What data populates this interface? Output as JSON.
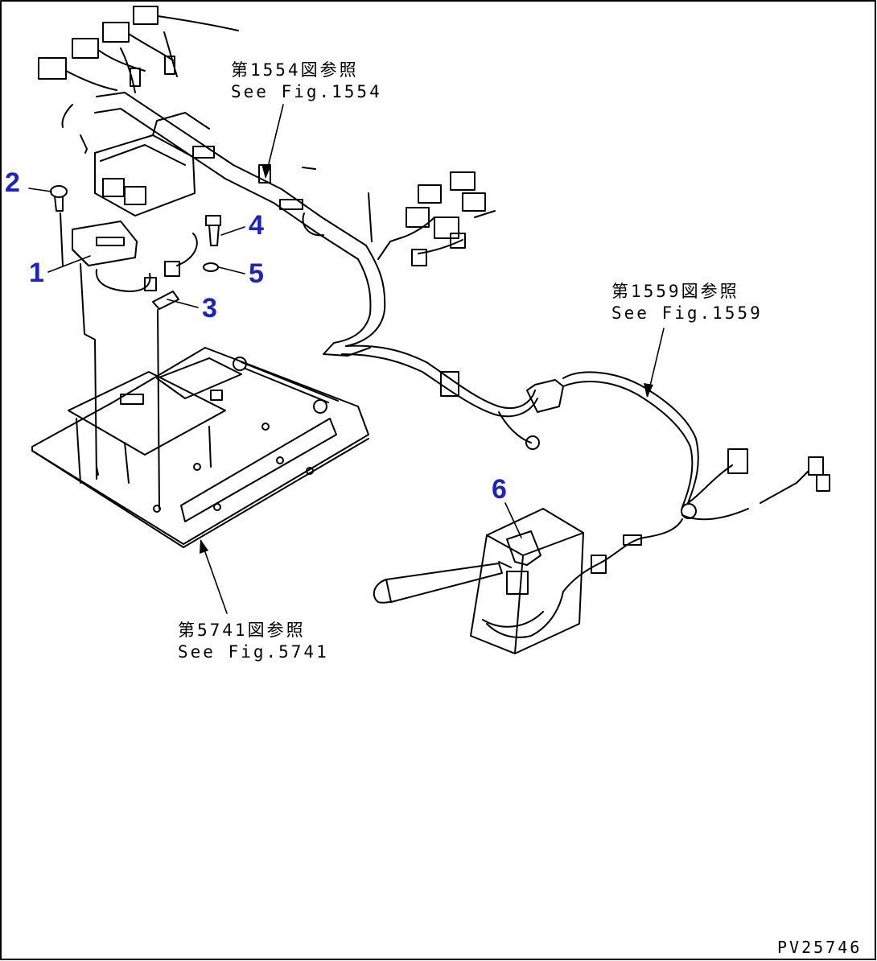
{
  "callouts": [
    "1",
    "2",
    "3",
    "4",
    "5",
    "6"
  ],
  "references": [
    {
      "ja": "第1554図参照",
      "en": "See Fig.1554"
    },
    {
      "ja": "第1559図参照",
      "en": "See Fig.1559"
    },
    {
      "ja": "第5741図参照",
      "en": "See Fig.5741"
    }
  ],
  "drawing_code": "PV25746",
  "colors": {
    "callout": "#1c22c8",
    "line": "#000000",
    "background": "#ffffff"
  }
}
